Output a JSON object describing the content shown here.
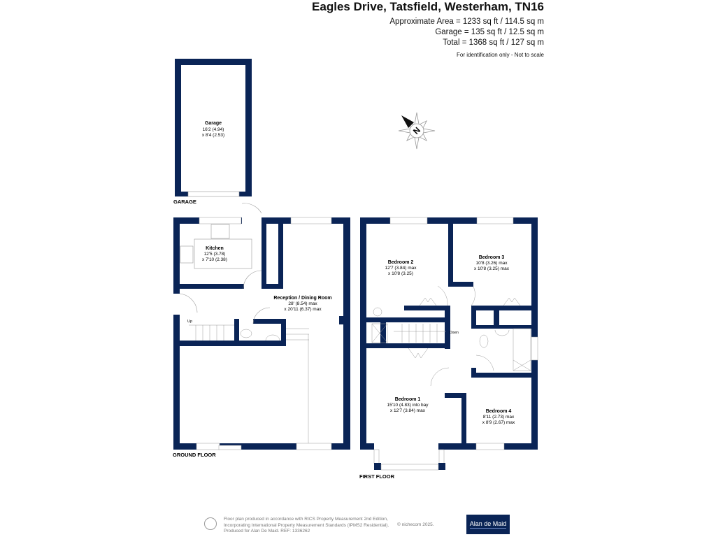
{
  "header": {
    "title": "Eagles Drive, Tatsfield, Westerham, TN16",
    "areas": [
      "Approximate Area = 1233 sq ft / 114.5 sq m",
      "Garage = 135 sq ft / 12.5 sq m",
      "Total = 1368 sq ft / 127 sq m"
    ],
    "note": "For identification only - Not to scale"
  },
  "colors": {
    "wall": "#0a2456",
    "line": "#888888"
  },
  "compass": {
    "label": "N",
    "icon": "compass-icon"
  },
  "floors": {
    "garage": {
      "label": "GARAGE",
      "rooms": [
        {
          "name": "Garage",
          "dim1": "16'2 (4.94)",
          "dim2": "x 8'4 (2.53)"
        }
      ]
    },
    "ground": {
      "label": "GROUND FLOOR",
      "rooms": [
        {
          "name": "Kitchen",
          "dim1": "12'5 (3.78)",
          "dim2": "x 7'10 (2.38)"
        },
        {
          "name": "Reception / Dining Room",
          "dim1": "28' (8.54) max",
          "dim2": "x 20'11 (6.37) max"
        }
      ],
      "stairs_label": "Up"
    },
    "first": {
      "label": "FIRST FLOOR",
      "rooms": [
        {
          "name": "Bedroom 2",
          "dim1": "12'7 (3.84) max",
          "dim2": "x 10'8 (3.25)"
        },
        {
          "name": "Bedroom 3",
          "dim1": "10'8 (3.26) max",
          "dim2": "x 10'8 (3.25) max"
        },
        {
          "name": "Bedroom 1",
          "dim1": "15'10 (4.83) into bay",
          "dim2": "x 12'7 (3.84) max"
        },
        {
          "name": "Bedroom 4",
          "dim1": "8'11 (2.73) max",
          "dim2": "x 8'9 (2.67) max"
        }
      ],
      "stairs_label": "Down"
    }
  },
  "footer": {
    "lines": [
      "Floor plan produced in accordance with RICS Property Measurement 2nd Edition,",
      "Incorporating International Property Measurement Standards (IPMS2 Residential).",
      "Produced for Alan De Maid.   REF: 1336262"
    ],
    "copyright": "© nichecom 2025.",
    "logo": "Alan de Maid"
  }
}
